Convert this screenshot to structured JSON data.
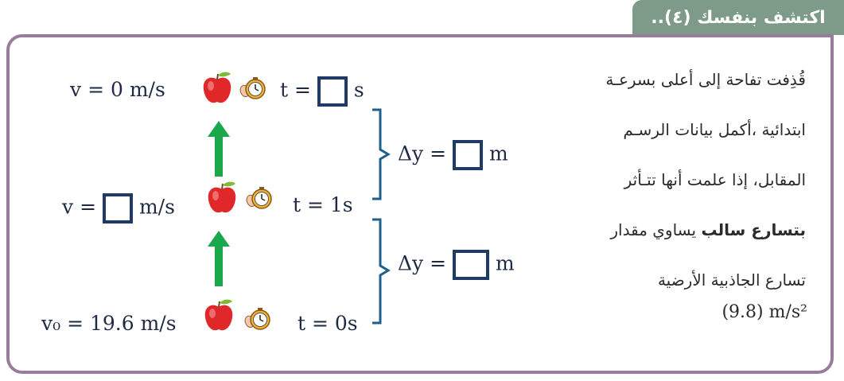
{
  "header": {
    "title": "اكتشف بنفسك (٤)..",
    "color": "#7e9a88"
  },
  "panel": {
    "border_color": "#9a7b9c"
  },
  "rows": [
    {
      "v_label": "v = 0 m/s",
      "t_label_prefix": "t =",
      "t_unit": "s"
    },
    {
      "v_prefix": "v =",
      "v_unit": "m/s",
      "t_label": "t = 1s"
    },
    {
      "v_label": "v₀ = 19.6 m/s",
      "t_label": "t = 0s"
    }
  ],
  "delta_upper": {
    "prefix": "Δy =",
    "unit": "m"
  },
  "delta_lower": {
    "prefix": "Δy =",
    "unit": "m"
  },
  "description": {
    "line1": "قُذِفت تفاحة إلى أعلى بسرعـة",
    "line2": "ابتدائية ،أكمل بيانات الرسـم",
    "line3": "المقابل، إذا علمت أنها تتـأثر",
    "line4_bold": "بتسارع سالب",
    "line4_rest": "يساوي مقدار",
    "line5": "تسارع الجاذبية الأرضية",
    "formula": "(9.8) m/s²"
  },
  "icons": {
    "apple": "apple-icon",
    "stopwatch": "stopwatch-icon",
    "arrow": "up-arrow-icon"
  },
  "colors": {
    "arrow": "#1aa84a",
    "box": "#1f3a66",
    "brace": "#1f5f8b",
    "apple": "#e0282a"
  }
}
